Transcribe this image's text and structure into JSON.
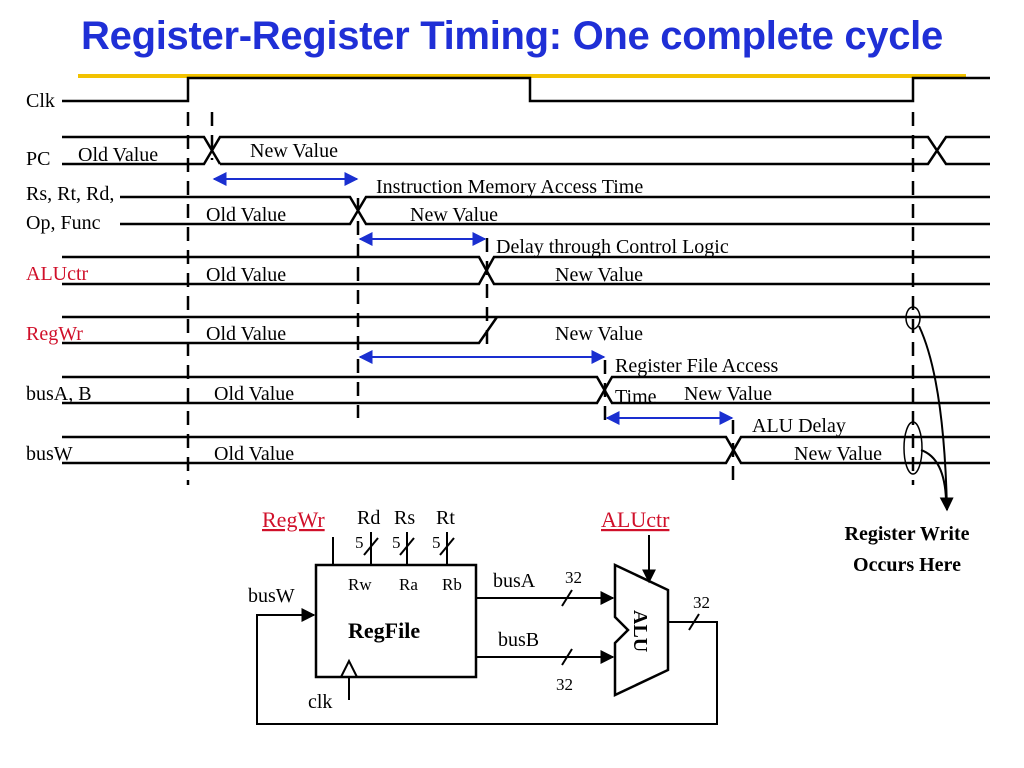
{
  "title": "Register-Register Timing: One complete cycle",
  "signals": {
    "clk": "Clk",
    "pc": "PC",
    "rs_rt_rd": "Rs, Rt, Rd,",
    "op_func": "Op, Func",
    "aluctr": "ALUctr",
    "regwr": "RegWr",
    "busab": "busA, B",
    "busw": "busW"
  },
  "values": {
    "old": "Old Value",
    "new": "New Value"
  },
  "delays": {
    "imem": "Instruction Memory Access Time",
    "control": "Delay through Control Logic",
    "regfile_1": "Register File Access",
    "regfile_2": "Time",
    "alu": "ALU Delay"
  },
  "register_write_note": [
    "Register Write",
    "Occurs Here"
  ],
  "datapath": {
    "regwr": "RegWr",
    "rd": "Rd",
    "rs": "Rs",
    "rt": "Rt",
    "width5": "5",
    "rw": "Rw",
    "ra": "Ra",
    "rb": "Rb",
    "regfile": "RegFile",
    "clk": "clk",
    "busw": "busW",
    "busa": "busA",
    "busb": "busB",
    "width32": "32",
    "aluctr": "ALUctr",
    "alu": "ALU"
  },
  "colors": {
    "title": "#1f2fd6",
    "control_signal": "#d0102a",
    "delay_arrow": "#1a2fd0",
    "accent_bar": "#f2c200"
  }
}
